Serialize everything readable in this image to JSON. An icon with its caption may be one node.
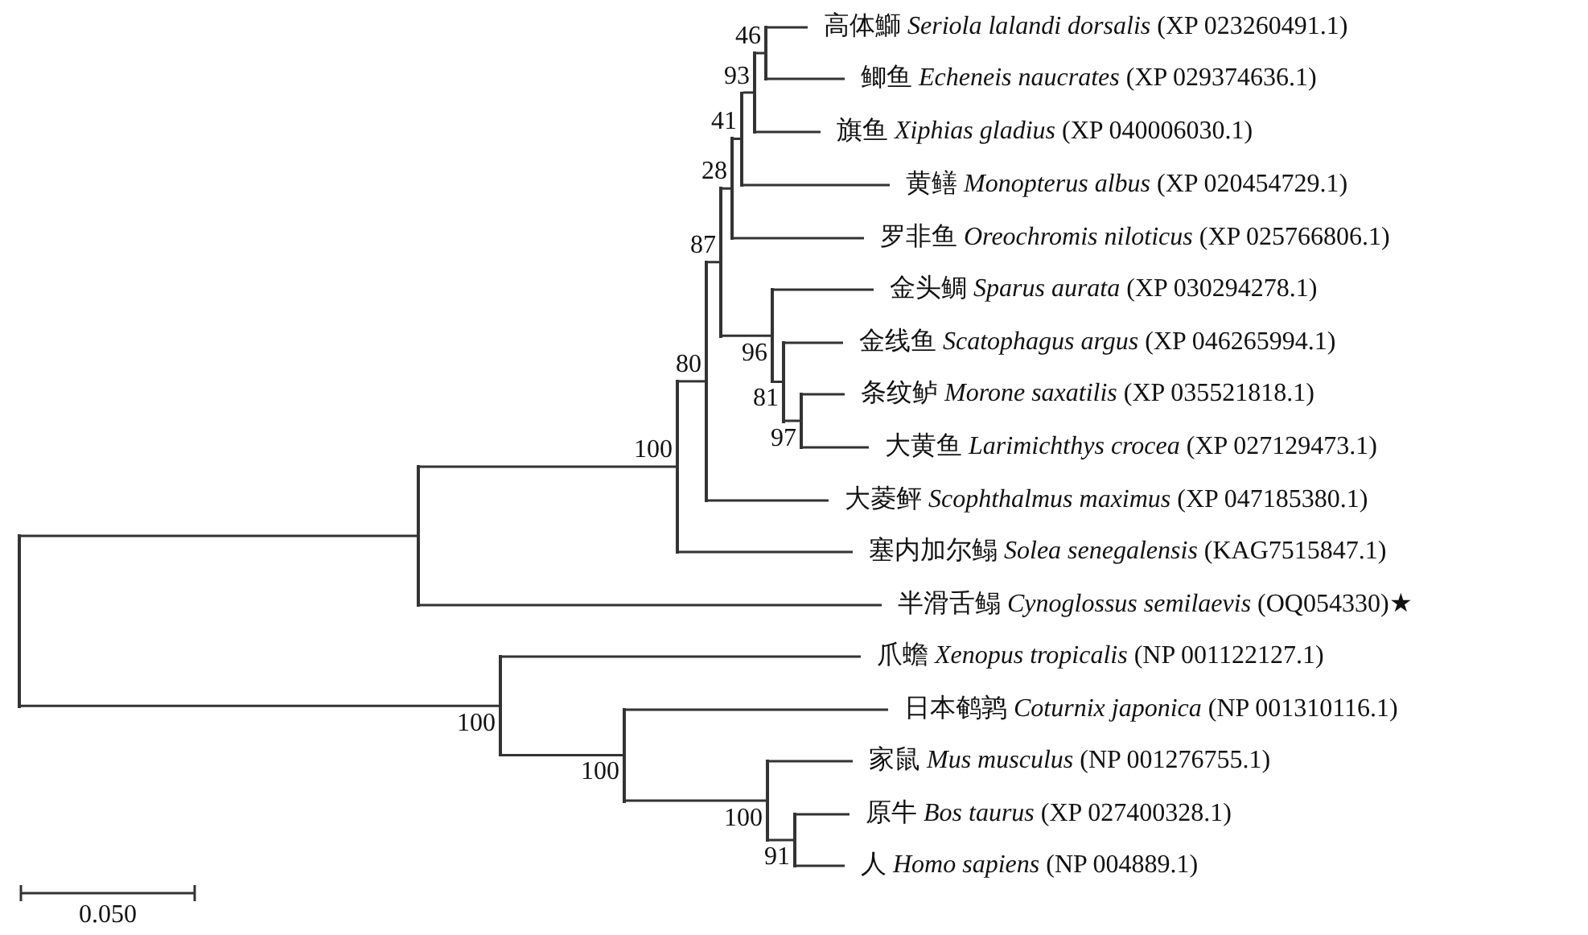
{
  "diagram": {
    "nodes": [
      {
        "text": [
          "高体鰤 *Seriola lalandi dorsalis* (XP 023260491.1)"
        ]
      },
      {
        "text": [
          "鲫鱼 *Echeneis naucrates* (XP 029374636.1)"
        ]
      },
      {
        "text": [
          "旗鱼 *Xiphias gladius* (XP 040006030.1)"
        ]
      },
      {
        "text": [
          "黄鳝 *Monopterus albus* (XP 020454729.1)"
        ]
      },
      {
        "text": [
          "罗非鱼 *Oreochromis niloticus* (XP 025766806.1)"
        ]
      },
      {
        "text": [
          "金头鲷 *Sparus aurata* (XP 030294278.1)"
        ]
      },
      {
        "text": [
          "金线鱼 *Scatophagus argus* (XP 046265994.1)"
        ]
      },
      {
        "text": [
          "条纹鲈 *Morone saxatilis* (XP 035521818.1)"
        ]
      },
      {
        "text": [
          "大黄鱼 *Larimichthys crocea* (XP 027129473.1)"
        ]
      },
      {
        "text": [
          "大菱鲆 *Scophthalmus maximus* (XP 047185380.1)"
        ]
      },
      {
        "text": [
          "塞内加尔鳎 *Solea senegalensis* (KAG7515847.1)"
        ]
      },
      {
        "text": [
          "半滑舌鳎 *Cynoglossus semilaevis* (OQ054330)★"
        ]
      },
      {
        "text": [
          "爪蟾 *Xenopus tropicalis* (NP 001122127.1)"
        ]
      },
      {
        "text": [
          "日本鹌鹑 *Coturnix japonica* (NP 001310116.1)"
        ]
      },
      {
        "text": [
          "家鼠 *Mus musculus* (NP 001276755.1)"
        ]
      },
      {
        "text": [
          "原牛 *Bos taurus* (XP 027400328.1)"
        ]
      },
      {
        "text": [
          "人 *Homo sapiens* (NP 004889.1)"
        ]
      },
      {
        "text": [],
        "shape": "line"
      },
      {
        "text": [],
        "shape": "line"
      },
      {
        "text": [],
        "shape": "line",
        "beside": [
          "100"
        ]
      },
      {
        "text": [],
        "shape": "line",
        "beside": [
          "80"
        ]
      },
      {
        "text": [],
        "shape": "line",
        "beside": [
          "87"
        ]
      },
      {
        "text": [],
        "shape": "line",
        "beside": [
          "28"
        ]
      },
      {
        "text": [],
        "shape": "line",
        "beside": [
          "41"
        ]
      },
      {
        "text": [],
        "shape": "line",
        "beside": [
          "93"
        ]
      },
      {
        "text": [],
        "shape": "line",
        "beside": [
          "46"
        ]
      },
      {
        "text": [],
        "shape": "line",
        "beside": [
          "96"
        ]
      },
      {
        "text": [],
        "shape": "line",
        "beside": [
          "81"
        ]
      },
      {
        "text": [],
        "shape": "line",
        "beside": [
          "97"
        ]
      },
      {
        "text": [],
        "shape": "line",
        "beside": [
          "100"
        ]
      },
      {
        "text": [],
        "shape": "line",
        "beside": [
          "100"
        ]
      },
      {
        "text": [],
        "shape": "line",
        "beside": [
          "100"
        ]
      },
      {
        "text": [],
        "shape": "line",
        "beside": [
          "91"
        ]
      }
    ],
    "edges": [
      {
        "from": 17,
        "to": 18,
        "arrow": "none"
      },
      {
        "from": 17,
        "to": 29,
        "arrow": "none"
      },
      {
        "from": 18,
        "to": 19,
        "arrow": "none"
      },
      {
        "from": 18,
        "to": 11,
        "arrow": "none"
      },
      {
        "from": 19,
        "to": 20,
        "arrow": "none"
      },
      {
        "from": 19,
        "to": 10,
        "arrow": "none"
      },
      {
        "from": 20,
        "to": 21,
        "arrow": "none"
      },
      {
        "from": 20,
        "to": 9,
        "arrow": "none"
      },
      {
        "from": 21,
        "to": 22,
        "arrow": "none"
      },
      {
        "from": 21,
        "to": 26,
        "arrow": "none"
      },
      {
        "from": 22,
        "to": 23,
        "arrow": "none"
      },
      {
        "from": 22,
        "to": 4,
        "arrow": "none"
      },
      {
        "from": 23,
        "to": 24,
        "arrow": "none"
      },
      {
        "from": 23,
        "to": 3,
        "arrow": "none"
      },
      {
        "from": 24,
        "to": 25,
        "arrow": "none"
      },
      {
        "from": 24,
        "to": 2,
        "arrow": "none"
      },
      {
        "from": 25,
        "to": 0,
        "arrow": "none"
      },
      {
        "from": 25,
        "to": 1,
        "arrow": "none"
      },
      {
        "from": 26,
        "to": 5,
        "arrow": "none"
      },
      {
        "from": 26,
        "to": 27,
        "arrow": "none"
      },
      {
        "from": 27,
        "to": 6,
        "arrow": "none"
      },
      {
        "from": 27,
        "to": 28,
        "arrow": "none"
      },
      {
        "from": 28,
        "to": 7,
        "arrow": "none"
      },
      {
        "from": 28,
        "to": 8,
        "arrow": "none"
      },
      {
        "from": 29,
        "to": 12,
        "arrow": "none"
      },
      {
        "from": 29,
        "to": 30,
        "arrow": "none"
      },
      {
        "from": 30,
        "to": 13,
        "arrow": "none"
      },
      {
        "from": 30,
        "to": 31,
        "arrow": "none"
      },
      {
        "from": 31,
        "to": 14,
        "arrow": "none"
      },
      {
        "from": 31,
        "to": 32,
        "arrow": "none"
      },
      {
        "from": 32,
        "to": 15,
        "arrow": "none"
      },
      {
        "from": 32,
        "to": 16,
        "arrow": "none"
      }
    ],
    "labels": [
      "0.050"
    ]
  }
}
